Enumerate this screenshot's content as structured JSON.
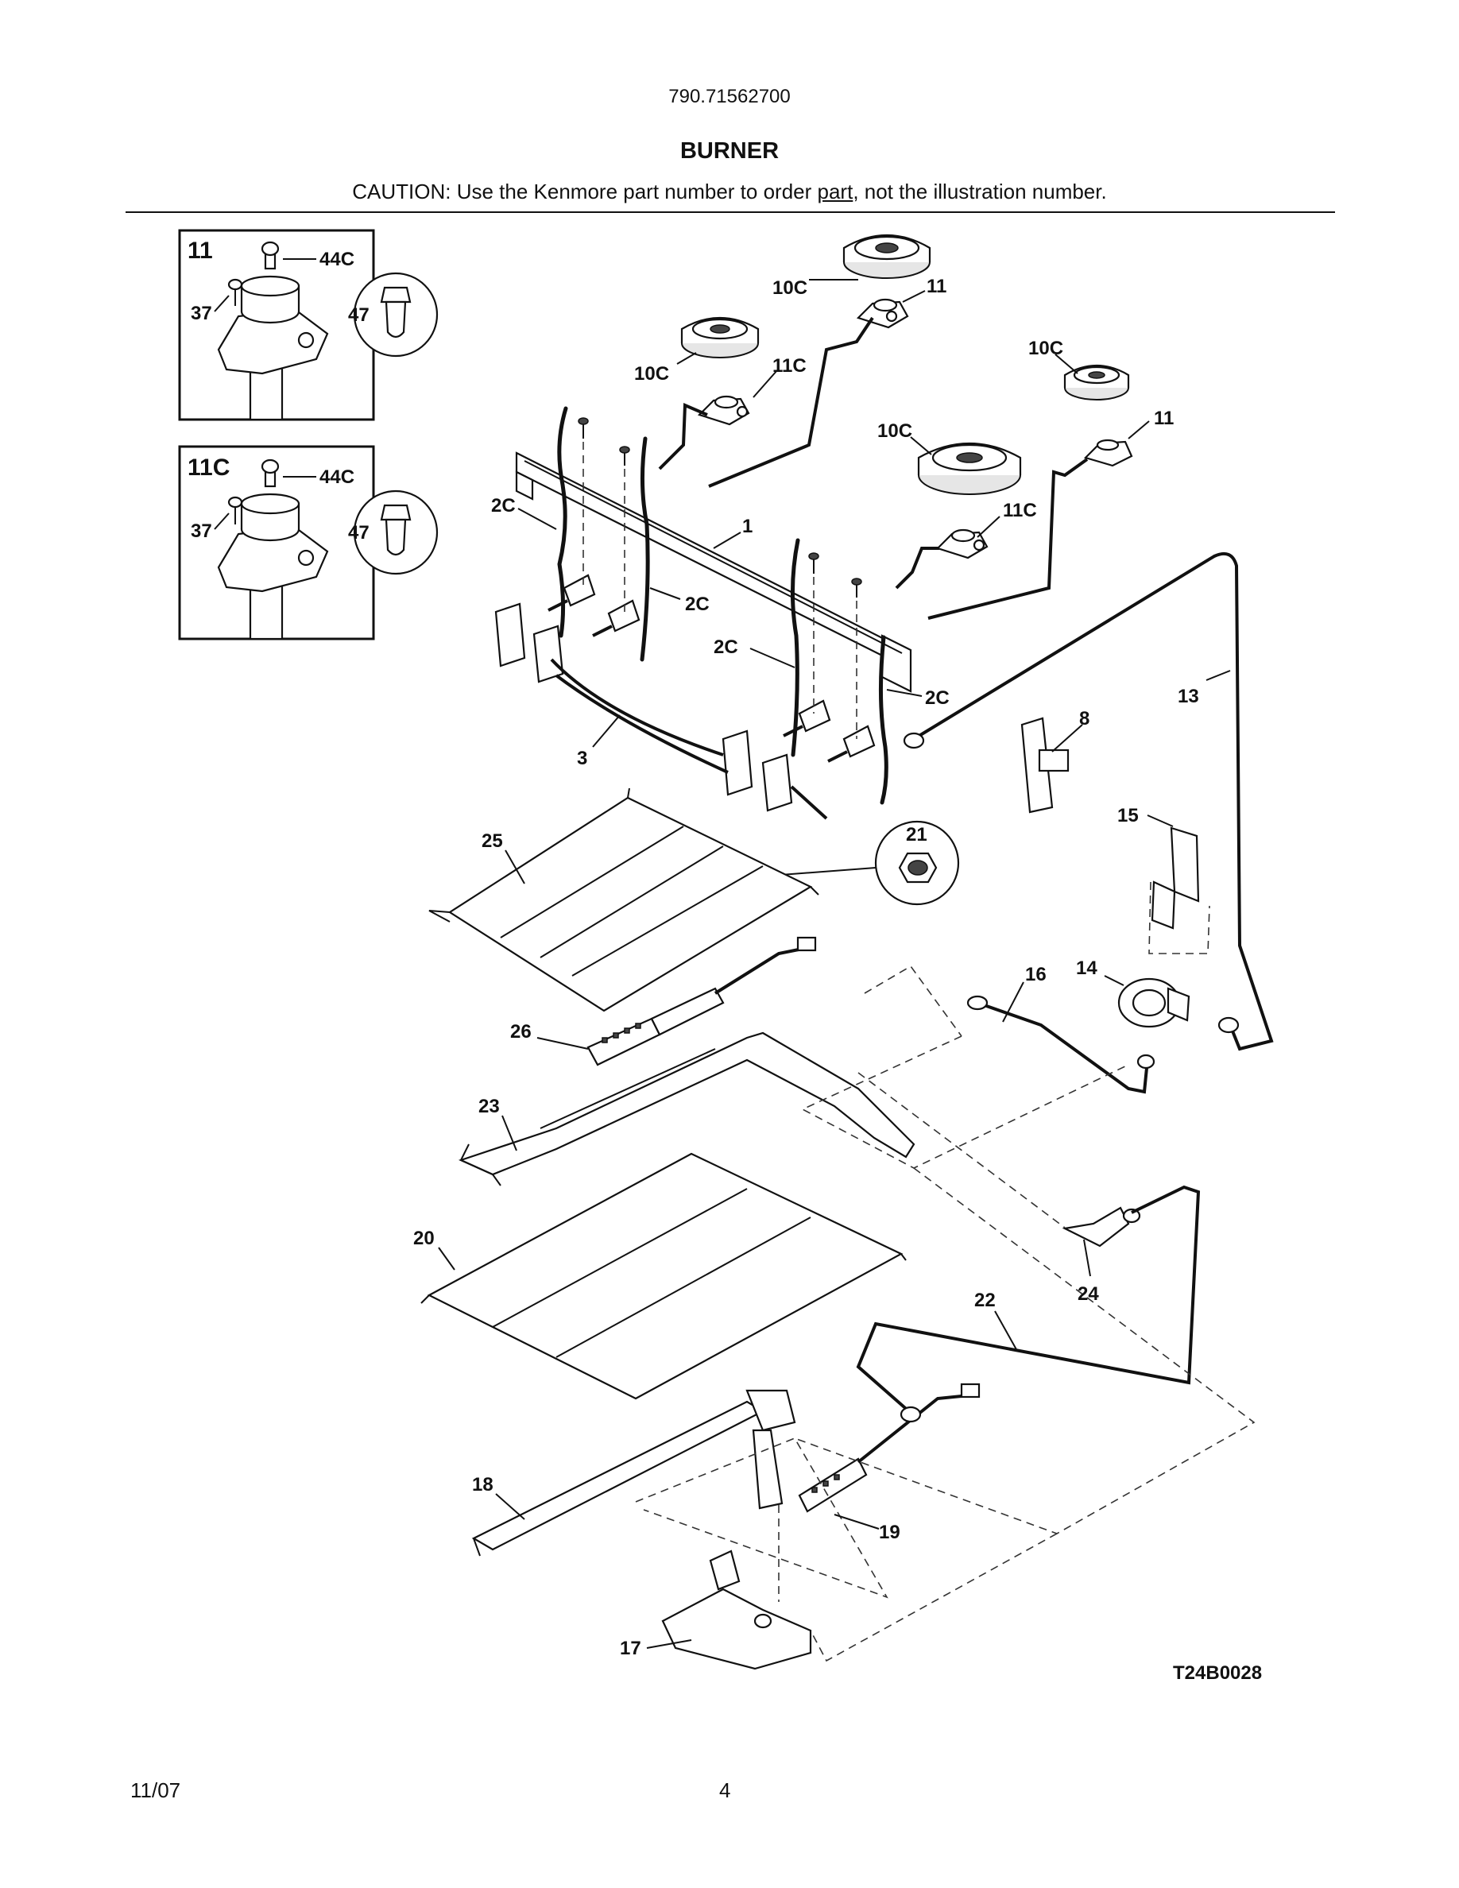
{
  "header": {
    "model": "790.71562700",
    "title": "BURNER",
    "caution_before": "CAUTION: Use the Kenmore part number to order ",
    "caution_link": "part",
    "caution_after": ", not the illustration number."
  },
  "diagram_code": "T24B0028",
  "footer": {
    "date": "11/07",
    "page": "4"
  },
  "inset_boxes": [
    {
      "title": "11",
      "labels": [
        "44C",
        "37",
        "47"
      ]
    },
    {
      "title": "11C",
      "labels": [
        "44C",
        "37",
        "47"
      ]
    }
  ],
  "callouts": {
    "c10c_a": "10C",
    "c11_a": "11",
    "c10c_b": "10C",
    "c11c_a": "11C",
    "c10c_c": "10C",
    "c11_b": "11",
    "c10c_d": "10C",
    "c11c_b": "11C",
    "c2c_a": "2C",
    "c1": "1",
    "c2c_b": "2C",
    "c2c_c": "2C",
    "c2c_d": "2C",
    "c3": "3",
    "c13": "13",
    "c8": "8",
    "c15": "15",
    "c21": "21",
    "c25": "25",
    "c16": "16",
    "c14": "14",
    "c26": "26",
    "c23": "23",
    "c20": "20",
    "c24": "24",
    "c22": "22",
    "c18": "18",
    "c19": "19",
    "c17": "17"
  }
}
